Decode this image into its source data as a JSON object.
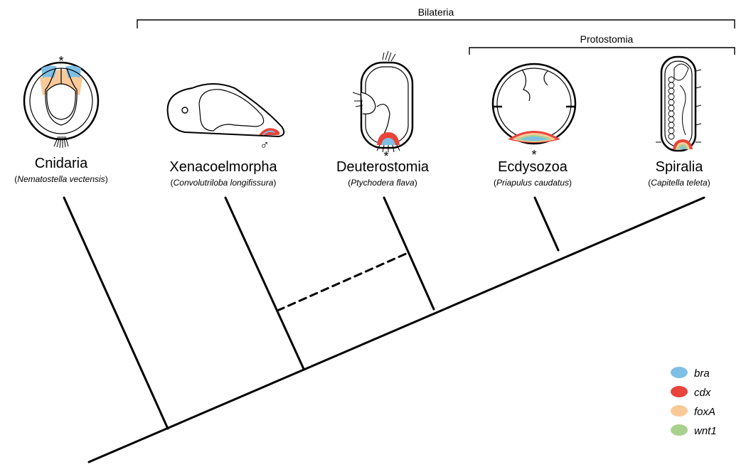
{
  "clades": {
    "bilateria": "Bilateria",
    "protostomia": "Protostomia"
  },
  "taxa": [
    {
      "name": "Cnidaria",
      "species_open": "(",
      "species": "Nematostella vectensis",
      "species_close": ")"
    },
    {
      "name": "Xenacoelmorpha",
      "species_open": "(",
      "species": "Convolutriloba longifissura",
      "species_close": ")"
    },
    {
      "name": "Deuterostomia",
      "species_open": "(",
      "species": "Ptychodera flava",
      "species_close": ")"
    },
    {
      "name": "Ecdysozoa",
      "species_open": "(",
      "species": "Priapulus caudatus",
      "species_close": ")"
    },
    {
      "name": "Spiralia",
      "species_open": "(",
      "species": "Capitella teleta",
      "species_close": ")"
    }
  ],
  "markers": {
    "asterisk": "*",
    "male": "♂"
  },
  "legend": [
    {
      "label": "bra",
      "color": "#7fbfe4"
    },
    {
      "label": "cdx",
      "color": "#e8443a"
    },
    {
      "label": "foxA",
      "color": "#f9c99a"
    },
    {
      "label": "wnt1",
      "color": "#a9d18e"
    }
  ]
}
